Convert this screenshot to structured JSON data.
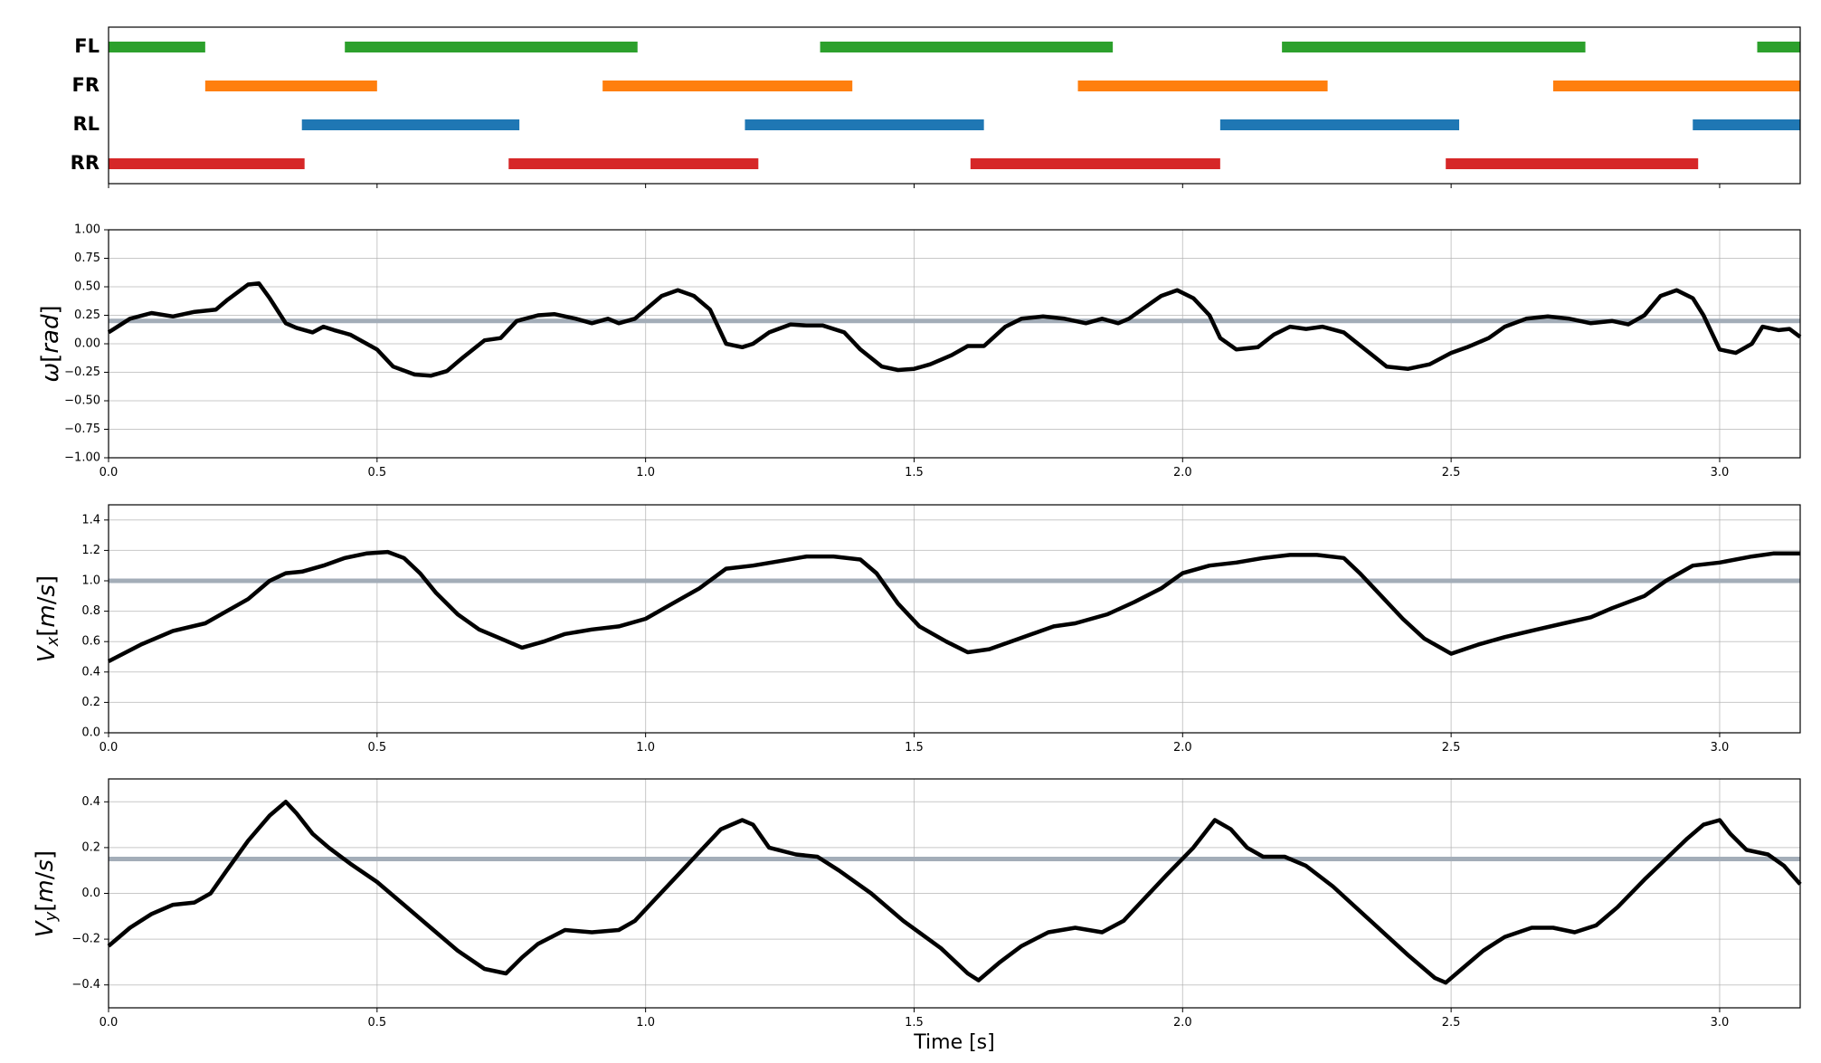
{
  "chart_data": [
    {
      "type": "gait-diagram",
      "xlim": [
        0,
        3.15
      ],
      "legs": [
        {
          "name": "FL",
          "color": "#2ca02c",
          "intervals": [
            [
              0.0,
              0.18
            ],
            [
              0.44,
              0.985
            ],
            [
              1.325,
              1.87
            ],
            [
              2.185,
              2.75
            ],
            [
              3.07,
              3.15
            ]
          ]
        },
        {
          "name": "FR",
          "color": "#ff7f0e",
          "intervals": [
            [
              0.18,
              0.5
            ],
            [
              0.92,
              1.385
            ],
            [
              1.805,
              2.27
            ],
            [
              2.69,
              3.15
            ]
          ]
        },
        {
          "name": "RL",
          "color": "#1f77b4",
          "intervals": [
            [
              0.36,
              0.765
            ],
            [
              1.185,
              1.63
            ],
            [
              2.07,
              2.515
            ],
            [
              2.95,
              3.15
            ]
          ]
        },
        {
          "name": "RR",
          "color": "#d62728",
          "intervals": [
            [
              0.0,
              0.365
            ],
            [
              0.745,
              1.21
            ],
            [
              1.605,
              2.07
            ],
            [
              2.49,
              2.96
            ]
          ]
        }
      ]
    },
    {
      "type": "line",
      "ylabel": "ω[rad]",
      "xlim": [
        0,
        3.15
      ],
      "ylim": [
        -1.0,
        1.0
      ],
      "yticks": [
        "1.00",
        "0.75",
        "0.50",
        "0.25",
        "0.00",
        "−0.25",
        "−0.50",
        "−0.75",
        "−1.00"
      ],
      "ytick_values": [
        1.0,
        0.75,
        0.5,
        0.25,
        0.0,
        -0.25,
        -0.5,
        -0.75,
        -1.0
      ],
      "reference": 0.2,
      "grid": true,
      "x": [
        0.0,
        0.04,
        0.08,
        0.12,
        0.16,
        0.2,
        0.22,
        0.26,
        0.28,
        0.3,
        0.33,
        0.35,
        0.38,
        0.4,
        0.42,
        0.45,
        0.5,
        0.53,
        0.57,
        0.6,
        0.63,
        0.66,
        0.7,
        0.73,
        0.76,
        0.8,
        0.83,
        0.87,
        0.9,
        0.93,
        0.95,
        0.98,
        1.0,
        1.03,
        1.06,
        1.09,
        1.12,
        1.15,
        1.18,
        1.2,
        1.23,
        1.27,
        1.3,
        1.33,
        1.37,
        1.4,
        1.44,
        1.47,
        1.5,
        1.53,
        1.57,
        1.6,
        1.63,
        1.67,
        1.7,
        1.74,
        1.78,
        1.82,
        1.85,
        1.88,
        1.9,
        1.93,
        1.96,
        1.99,
        2.02,
        2.05,
        2.07,
        2.1,
        2.14,
        2.17,
        2.2,
        2.23,
        2.26,
        2.3,
        2.34,
        2.38,
        2.42,
        2.46,
        2.5,
        2.53,
        2.57,
        2.6,
        2.64,
        2.68,
        2.72,
        2.76,
        2.8,
        2.83,
        2.86,
        2.89,
        2.92,
        2.95,
        2.97,
        3.0,
        3.03,
        3.06,
        3.08,
        3.11,
        3.13,
        3.15
      ],
      "values": [
        0.1,
        0.22,
        0.27,
        0.24,
        0.28,
        0.3,
        0.38,
        0.52,
        0.53,
        0.4,
        0.18,
        0.14,
        0.1,
        0.15,
        0.12,
        0.08,
        -0.05,
        -0.2,
        -0.27,
        -0.28,
        -0.24,
        -0.12,
        0.03,
        0.05,
        0.2,
        0.25,
        0.26,
        0.22,
        0.18,
        0.22,
        0.18,
        0.22,
        0.3,
        0.42,
        0.47,
        0.42,
        0.3,
        0.0,
        -0.03,
        0.0,
        0.1,
        0.17,
        0.16,
        0.16,
        0.1,
        -0.05,
        -0.2,
        -0.23,
        -0.22,
        -0.18,
        -0.1,
        -0.02,
        -0.02,
        0.15,
        0.22,
        0.24,
        0.22,
        0.18,
        0.22,
        0.18,
        0.22,
        0.32,
        0.42,
        0.47,
        0.4,
        0.25,
        0.05,
        -0.05,
        -0.03,
        0.08,
        0.15,
        0.13,
        0.15,
        0.1,
        -0.05,
        -0.2,
        -0.22,
        -0.18,
        -0.08,
        -0.03,
        0.05,
        0.15,
        0.22,
        0.24,
        0.22,
        0.18,
        0.2,
        0.17,
        0.25,
        0.42,
        0.47,
        0.4,
        0.25,
        -0.05,
        -0.08,
        0.0,
        0.15,
        0.12,
        0.13,
        0.06
      ]
    },
    {
      "type": "line",
      "ylabel": "V_x[m/s]",
      "xlim": [
        0,
        3.15
      ],
      "ylim": [
        0.0,
        1.5
      ],
      "yticks": [
        "1.4",
        "1.2",
        "1.0",
        "0.8",
        "0.6",
        "0.4",
        "0.2",
        "0.0"
      ],
      "ytick_values": [
        1.4,
        1.2,
        1.0,
        0.8,
        0.6,
        0.4,
        0.2,
        0.0
      ],
      "reference": 1.0,
      "grid": true,
      "x": [
        0.0,
        0.06,
        0.12,
        0.18,
        0.22,
        0.26,
        0.3,
        0.33,
        0.36,
        0.4,
        0.44,
        0.48,
        0.52,
        0.55,
        0.58,
        0.61,
        0.65,
        0.69,
        0.73,
        0.77,
        0.81,
        0.85,
        0.9,
        0.95,
        1.0,
        1.05,
        1.1,
        1.15,
        1.2,
        1.25,
        1.3,
        1.35,
        1.4,
        1.43,
        1.47,
        1.51,
        1.56,
        1.6,
        1.64,
        1.68,
        1.72,
        1.76,
        1.8,
        1.86,
        1.91,
        1.96,
        2.0,
        2.05,
        2.1,
        2.15,
        2.2,
        2.25,
        2.3,
        2.33,
        2.37,
        2.41,
        2.45,
        2.5,
        2.55,
        2.6,
        2.66,
        2.71,
        2.76,
        2.8,
        2.86,
        2.9,
        2.95,
        3.0,
        3.06,
        3.1,
        3.15
      ],
      "values": [
        0.47,
        0.58,
        0.67,
        0.72,
        0.8,
        0.88,
        1.0,
        1.05,
        1.06,
        1.1,
        1.15,
        1.18,
        1.19,
        1.15,
        1.05,
        0.92,
        0.78,
        0.68,
        0.62,
        0.56,
        0.6,
        0.65,
        0.68,
        0.7,
        0.75,
        0.85,
        0.95,
        1.08,
        1.1,
        1.13,
        1.16,
        1.16,
        1.14,
        1.05,
        0.85,
        0.7,
        0.6,
        0.53,
        0.55,
        0.6,
        0.65,
        0.7,
        0.72,
        0.78,
        0.86,
        0.95,
        1.05,
        1.1,
        1.12,
        1.15,
        1.17,
        1.17,
        1.15,
        1.05,
        0.9,
        0.75,
        0.62,
        0.52,
        0.58,
        0.63,
        0.68,
        0.72,
        0.76,
        0.82,
        0.9,
        1.0,
        1.1,
        1.12,
        1.16,
        1.18,
        1.18
      ]
    },
    {
      "type": "line",
      "ylabel": "V_y[m/s]",
      "xlim": [
        0,
        3.15
      ],
      "ylim": [
        -0.5,
        0.5
      ],
      "yticks": [
        "0.4",
        "0.2",
        "0.0",
        "−0.2",
        "−0.4"
      ],
      "ytick_values": [
        0.4,
        0.2,
        0.0,
        -0.2,
        -0.4
      ],
      "reference": 0.15,
      "grid": true,
      "xlabel": "Time [s]",
      "xtick_values": [
        0.0,
        0.5,
        1.0,
        1.5,
        2.0,
        2.5,
        3.0
      ],
      "xticks": [
        "0.0",
        "0.5",
        "1.0",
        "1.5",
        "2.0",
        "2.5",
        "3.0"
      ],
      "x": [
        0.0,
        0.04,
        0.08,
        0.12,
        0.16,
        0.19,
        0.22,
        0.26,
        0.3,
        0.33,
        0.35,
        0.38,
        0.41,
        0.45,
        0.5,
        0.55,
        0.6,
        0.65,
        0.7,
        0.74,
        0.77,
        0.8,
        0.85,
        0.9,
        0.95,
        0.98,
        1.02,
        1.06,
        1.1,
        1.14,
        1.18,
        1.2,
        1.23,
        1.28,
        1.32,
        1.36,
        1.42,
        1.48,
        1.55,
        1.6,
        1.62,
        1.66,
        1.7,
        1.75,
        1.8,
        1.85,
        1.89,
        1.93,
        1.97,
        2.02,
        2.06,
        2.09,
        2.12,
        2.15,
        2.19,
        2.23,
        2.28,
        2.35,
        2.42,
        2.47,
        2.49,
        2.52,
        2.56,
        2.6,
        2.65,
        2.69,
        2.73,
        2.77,
        2.81,
        2.86,
        2.9,
        2.94,
        2.97,
        3.0,
        3.02,
        3.05,
        3.09,
        3.12,
        3.15
      ],
      "values": [
        -0.23,
        -0.15,
        -0.09,
        -0.05,
        -0.04,
        0.0,
        0.1,
        0.23,
        0.34,
        0.4,
        0.35,
        0.26,
        0.2,
        0.13,
        0.05,
        -0.05,
        -0.15,
        -0.25,
        -0.33,
        -0.35,
        -0.28,
        -0.22,
        -0.16,
        -0.17,
        -0.16,
        -0.12,
        -0.02,
        0.08,
        0.18,
        0.28,
        0.32,
        0.3,
        0.2,
        0.17,
        0.16,
        0.1,
        0.0,
        -0.12,
        -0.24,
        -0.35,
        -0.38,
        -0.3,
        -0.23,
        -0.17,
        -0.15,
        -0.17,
        -0.12,
        -0.02,
        0.08,
        0.2,
        0.32,
        0.28,
        0.2,
        0.16,
        0.16,
        0.12,
        0.03,
        -0.12,
        -0.27,
        -0.37,
        -0.39,
        -0.33,
        -0.25,
        -0.19,
        -0.15,
        -0.15,
        -0.17,
        -0.14,
        -0.06,
        0.06,
        0.15,
        0.24,
        0.3,
        0.32,
        0.26,
        0.19,
        0.17,
        0.12,
        0.04
      ]
    }
  ]
}
